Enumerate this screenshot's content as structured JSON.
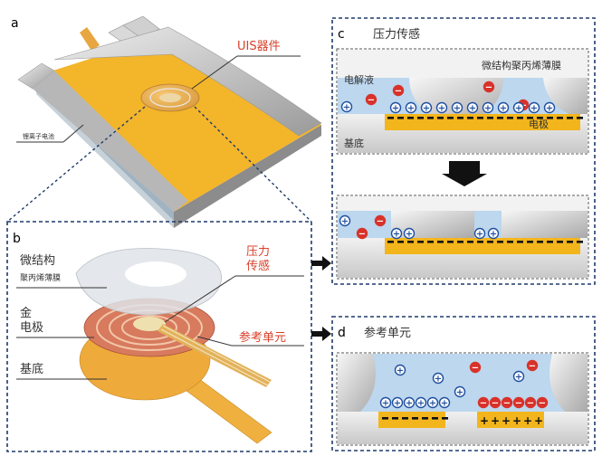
{
  "panel_a": {
    "letter": "a",
    "device_label": "UIS器件",
    "battery_label": "锂离子电池"
  },
  "panel_b": {
    "letter": "b",
    "film_label_1": "微结构",
    "film_label_2": "聚丙烯薄膜",
    "gold_label_1": "金",
    "gold_label_2": "电极",
    "substrate_label": "基底",
    "pressure_label_1": "压力",
    "pressure_label_2": "传感",
    "reference_label": "参考单元"
  },
  "panel_c": {
    "letter": "c",
    "title": "压力传感",
    "film_label": "微结构聚丙烯薄膜",
    "electrolyte_label": "电解液",
    "electrode_label": "电极",
    "substrate_label": "基底"
  },
  "panel_d": {
    "letter": "d",
    "title": "参考单元"
  },
  "glyphs": {
    "plus": "+",
    "minus": "−"
  },
  "colors": {
    "accent_red": "#d9402b",
    "navy": "#1f3a6d",
    "gold": "#f2b51c",
    "electrolyte": "#bcd7ee",
    "cation": "#1f4fa0",
    "anion": "#d8322a"
  }
}
